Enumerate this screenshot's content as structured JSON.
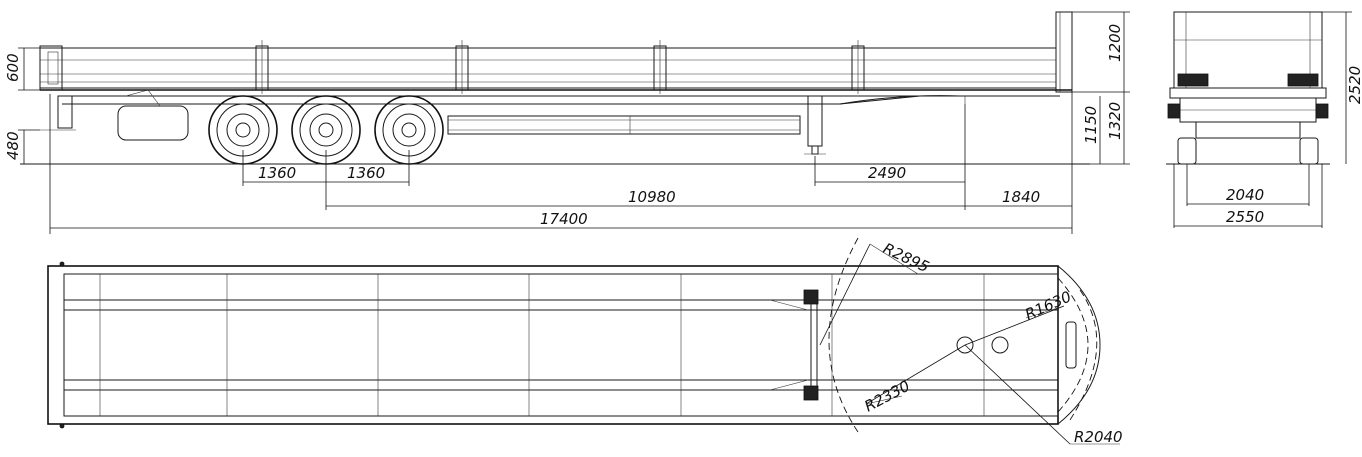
{
  "dimensions": {
    "side_height_side_board": "600",
    "side_height_platform": "480",
    "axle_spacing_1": "1360",
    "axle_spacing_2": "1360",
    "kingpin_to_leg": "2490",
    "wheelbase": "10980",
    "front_overhang": "1840",
    "overall_length": "17400",
    "front_board_height": "1200",
    "deck_height_front": "1320",
    "coupling_height": "1150",
    "overall_height": "2520",
    "track_width": "2040",
    "overall_width": "2550",
    "swing_radius_front": "R2895",
    "radius_corner": "R1630",
    "radius_leg": "R2330",
    "radius_kingpin": "R2040"
  }
}
